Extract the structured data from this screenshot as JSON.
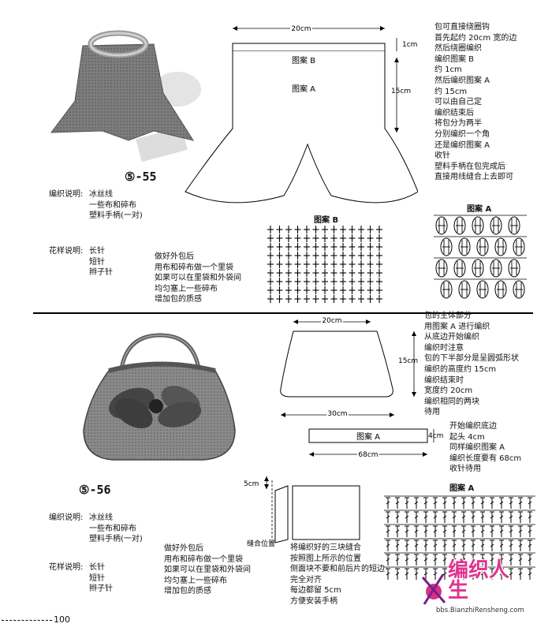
{
  "pattern55": {
    "number": "⑤-55",
    "materials_label": "编织说明:",
    "materials": [
      "冰丝线",
      "一些布和碎布",
      "塑料手柄(一对)"
    ],
    "stitches_label": "花样说明:",
    "stitches": [
      "长针",
      "短针",
      "辫子针"
    ],
    "lining_note": [
      "做好外包后",
      "用布和碎布做一个里袋",
      "如果可以在里袋和外袋间",
      "均匀塞上一些碎布",
      "增加包的质感"
    ],
    "diagram": {
      "width_label": "20cm",
      "top_label": "1cm",
      "height_label": "15cm",
      "pattern_b": "图案 B",
      "pattern_a": "图案 A"
    },
    "instructions": [
      "包可直接绕圈钩",
      "首先起约 20cm 宽的边",
      "然后绕圈编织",
      "编织图案 B",
      "约 1cm",
      "然后编织图案 A",
      "约 15cm",
      "可以由自己定",
      "编织结束后",
      "将包分为两半",
      "分别编织一个角",
      "还是编织图案 A",
      "收针",
      "塑料手柄在包完成后",
      "直接用线缝合上去即可"
    ],
    "chart_b_title": "图案 B",
    "chart_a_title": "图案 A"
  },
  "pattern56": {
    "number": "⑤-56",
    "materials_label": "编织说明:",
    "materials": [
      "冰丝线",
      "一些布和碎布",
      "塑料手柄(一对)"
    ],
    "stitches_label": "花样说明:",
    "stitches": [
      "长针",
      "短针",
      "辫子针"
    ],
    "lining_note": [
      "做好外包后",
      "用布和碎布做一个里袋",
      "如果可以在里袋和外袋间",
      "均匀塞上一些碎布",
      "增加包的质感"
    ],
    "body_diagram": {
      "top_width": "20cm",
      "height": "15cm",
      "bottom_width": "30cm"
    },
    "body_instructions": [
      "包的主体部分",
      "用图案 A 进行编织",
      "从底边开始编织",
      "编织时注意",
      "包的下半部分是呈圆弧形状",
      "编织的高度约 15cm",
      "编织结束时",
      "宽度约 20cm",
      "编织相同的两块",
      "待用"
    ],
    "strip_diagram": {
      "label": "图案 A",
      "height": "4cm",
      "length": "68cm"
    },
    "strip_instructions": [
      "开始编织底边",
      "起头 4cm",
      "同样编织图案 A",
      "编织长度要有 68cm",
      "收针待用"
    ],
    "assembly_diagram": {
      "height": "5cm",
      "seam_label": "缝合位置"
    },
    "assembly_instructions": [
      "将编织好的三块缝合",
      "按照图上所示的位置",
      "侧面块不要和前后片的短边",
      "完全对齐",
      "每边都留 5cm",
      "方便安装手柄"
    ],
    "chart_a_title": "图案 A"
  },
  "footer": {
    "page_number": "100",
    "logo_text": "编织人生",
    "logo_url": "bbs.BianzhiRensheng.com"
  }
}
